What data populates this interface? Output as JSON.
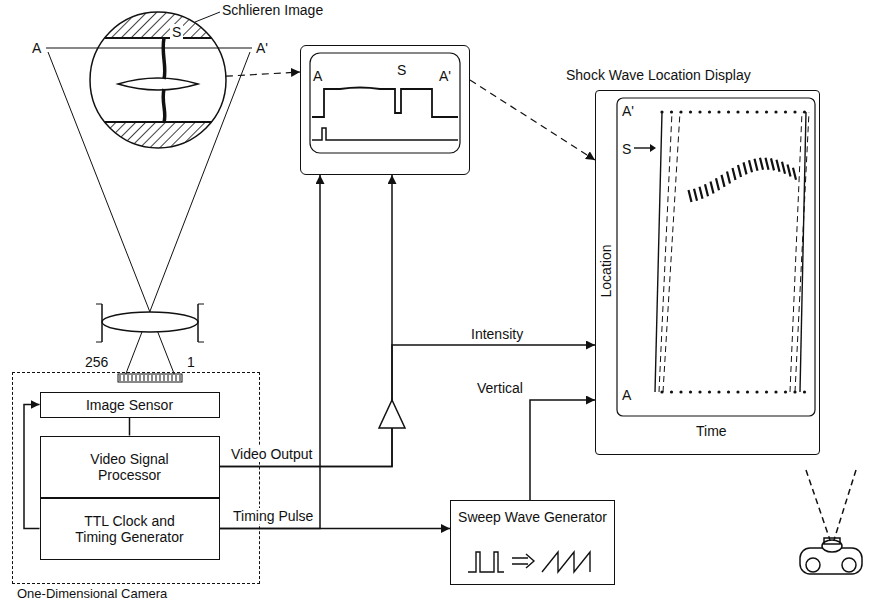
{
  "diagram": {
    "nodes": [
      {
        "text": [
          "Schlieren Image",
          "A",
          "S",
          "A'"
        ]
      },
      {
        "text": [
          "A",
          "S",
          "A'"
        ]
      },
      {
        "text": [
          "Shock Wave Location Display",
          "A'",
          "S",
          "A",
          "Location",
          "Time"
        ]
      },
      {
        "text": [
          "One-Dimensional Camera"
        ]
      },
      {
        "text": [
          "Image Sensor"
        ],
        "in": 3
      },
      {
        "text": [
          "Video Signal Processor"
        ],
        "in": 3
      },
      {
        "text": [
          "TTL Clock and Timing Generator"
        ],
        "in": 3
      },
      {
        "text": [
          "Sweep Wave Generator"
        ]
      }
    ],
    "edges": [
      {
        "from": 0,
        "to": 1,
        "arrow": "to"
      },
      {
        "from": 1,
        "to": 2,
        "arrow": "to"
      },
      {
        "from": 6,
        "to": 4,
        "arrow": "to"
      },
      {
        "from": 4,
        "to": 5,
        "arrow": "none"
      },
      {
        "from": 5,
        "to": 1,
        "label": "Video Output",
        "arrow": "to"
      },
      {
        "from": 5,
        "to": 2,
        "label": "Intensity",
        "arrow": "to"
      },
      {
        "from": 6,
        "to": 1,
        "arrow": "to"
      },
      {
        "from": 6,
        "to": 7,
        "label": "Timing Pulse",
        "arrow": "to"
      },
      {
        "from": 7,
        "to": 2,
        "label": "Vertical",
        "arrow": "to"
      }
    ],
    "labels": [
      "256",
      "1"
    ]
  }
}
